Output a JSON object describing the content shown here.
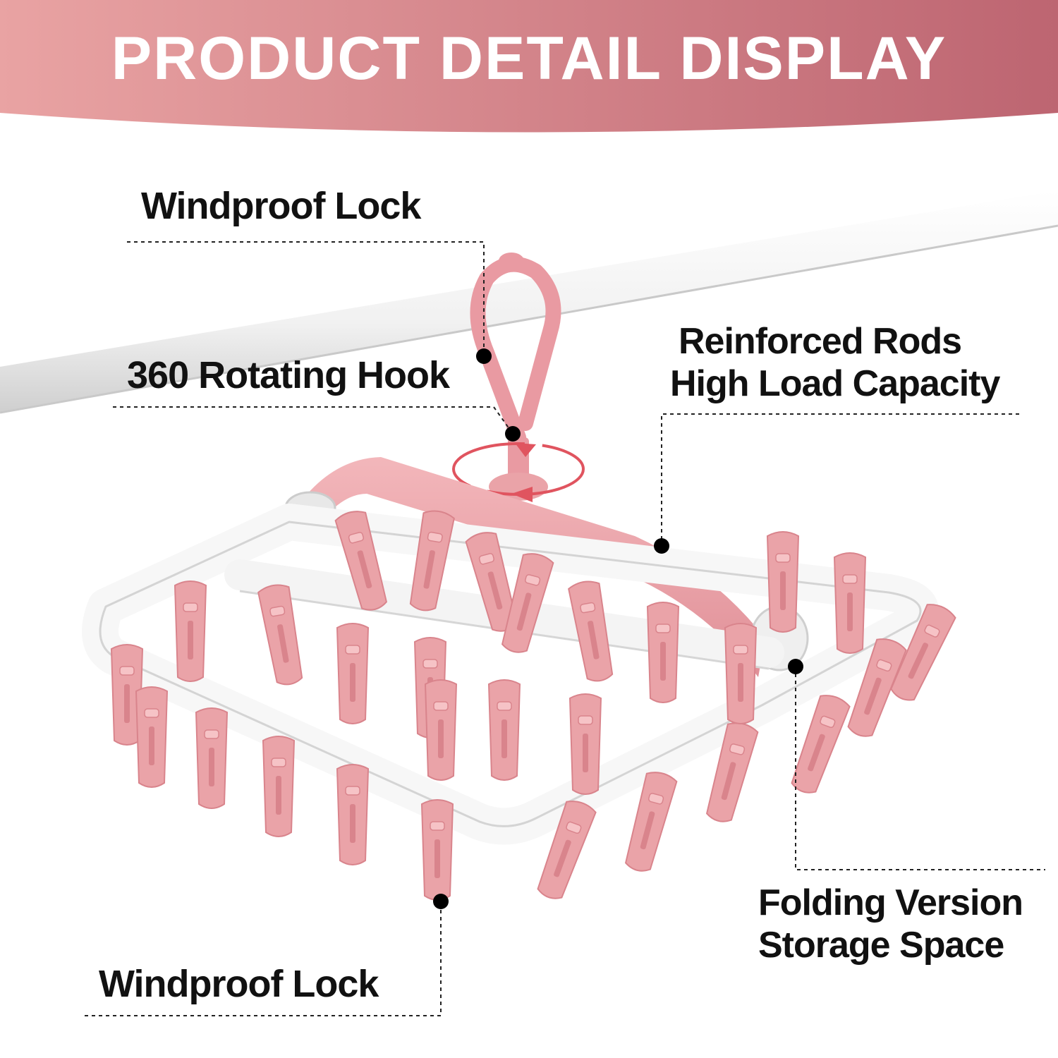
{
  "banner": {
    "title": "PRODUCT DETAIL DISPLAY",
    "gradient_start": "#e9a3a3",
    "gradient_end": "#bd6571"
  },
  "callouts": {
    "windproof_lock_top": "Windproof Lock",
    "rotating_hook": "360 Rotating Hook",
    "reinforced_rods_line1": "Reinforced Rods",
    "reinforced_rods_line2": "High Load Capacity",
    "folding_line1": "Folding Version",
    "folding_line2": "Storage Space",
    "windproof_lock_bottom": "Windproof Lock"
  },
  "colors": {
    "clip_pink": "#eaa3a8",
    "clip_pink_dark": "#d9848c",
    "frame_white": "#f5f5f5",
    "frame_shadow": "#d6d6d6",
    "text": "#111111"
  }
}
